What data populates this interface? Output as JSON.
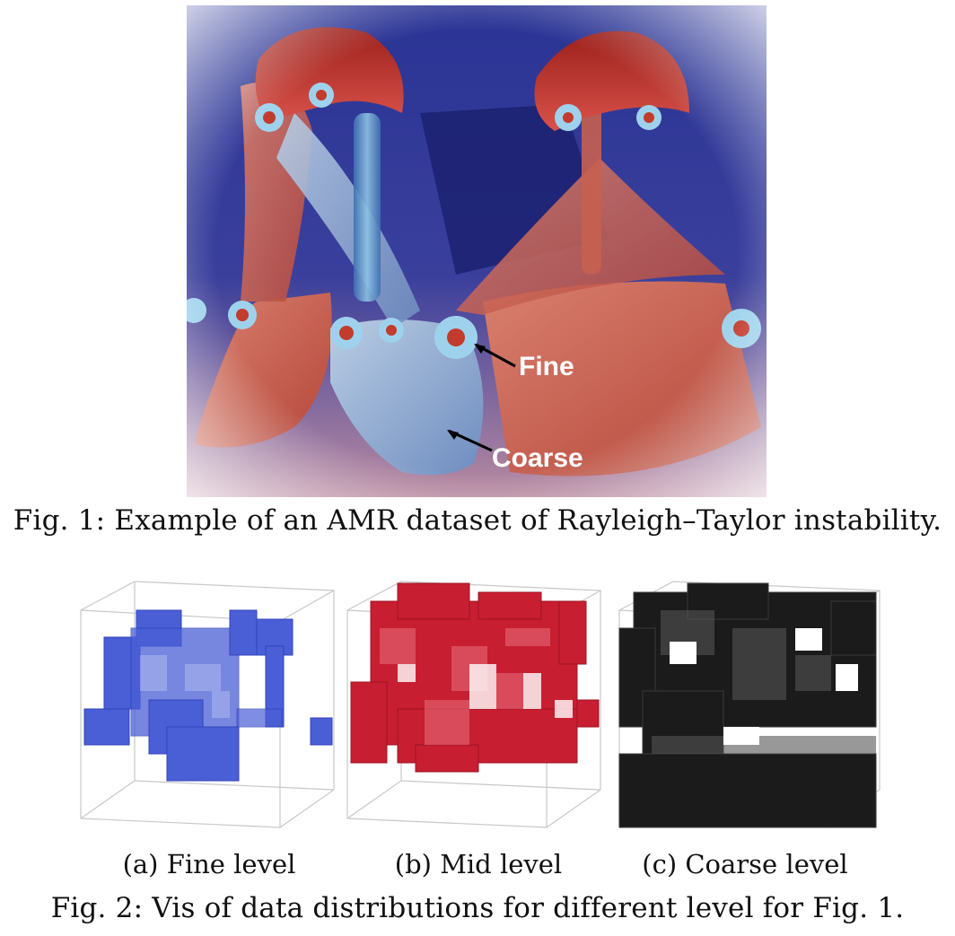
{
  "figure1": {
    "annotations": {
      "fine": "Fine",
      "coarse": "Coarse"
    },
    "caption": "Fig. 1: Example of an AMR dataset of Rayleigh–Taylor instability.",
    "colors": {
      "deep_blue": "#1d2a8f",
      "red": "#c23b2c",
      "light_blue": "#7bbfe0",
      "pale": "#e8d8d8"
    }
  },
  "figure2": {
    "panels": [
      {
        "label": "(a) Fine level",
        "color": "#4a5fd6"
      },
      {
        "label": "(b) Mid level",
        "color": "#c81e32"
      },
      {
        "label": "(c) Coarse level",
        "color": "#1b1b1b"
      }
    ],
    "caption": "Fig. 2: Vis of data distributions for different level for Fig. 1."
  }
}
